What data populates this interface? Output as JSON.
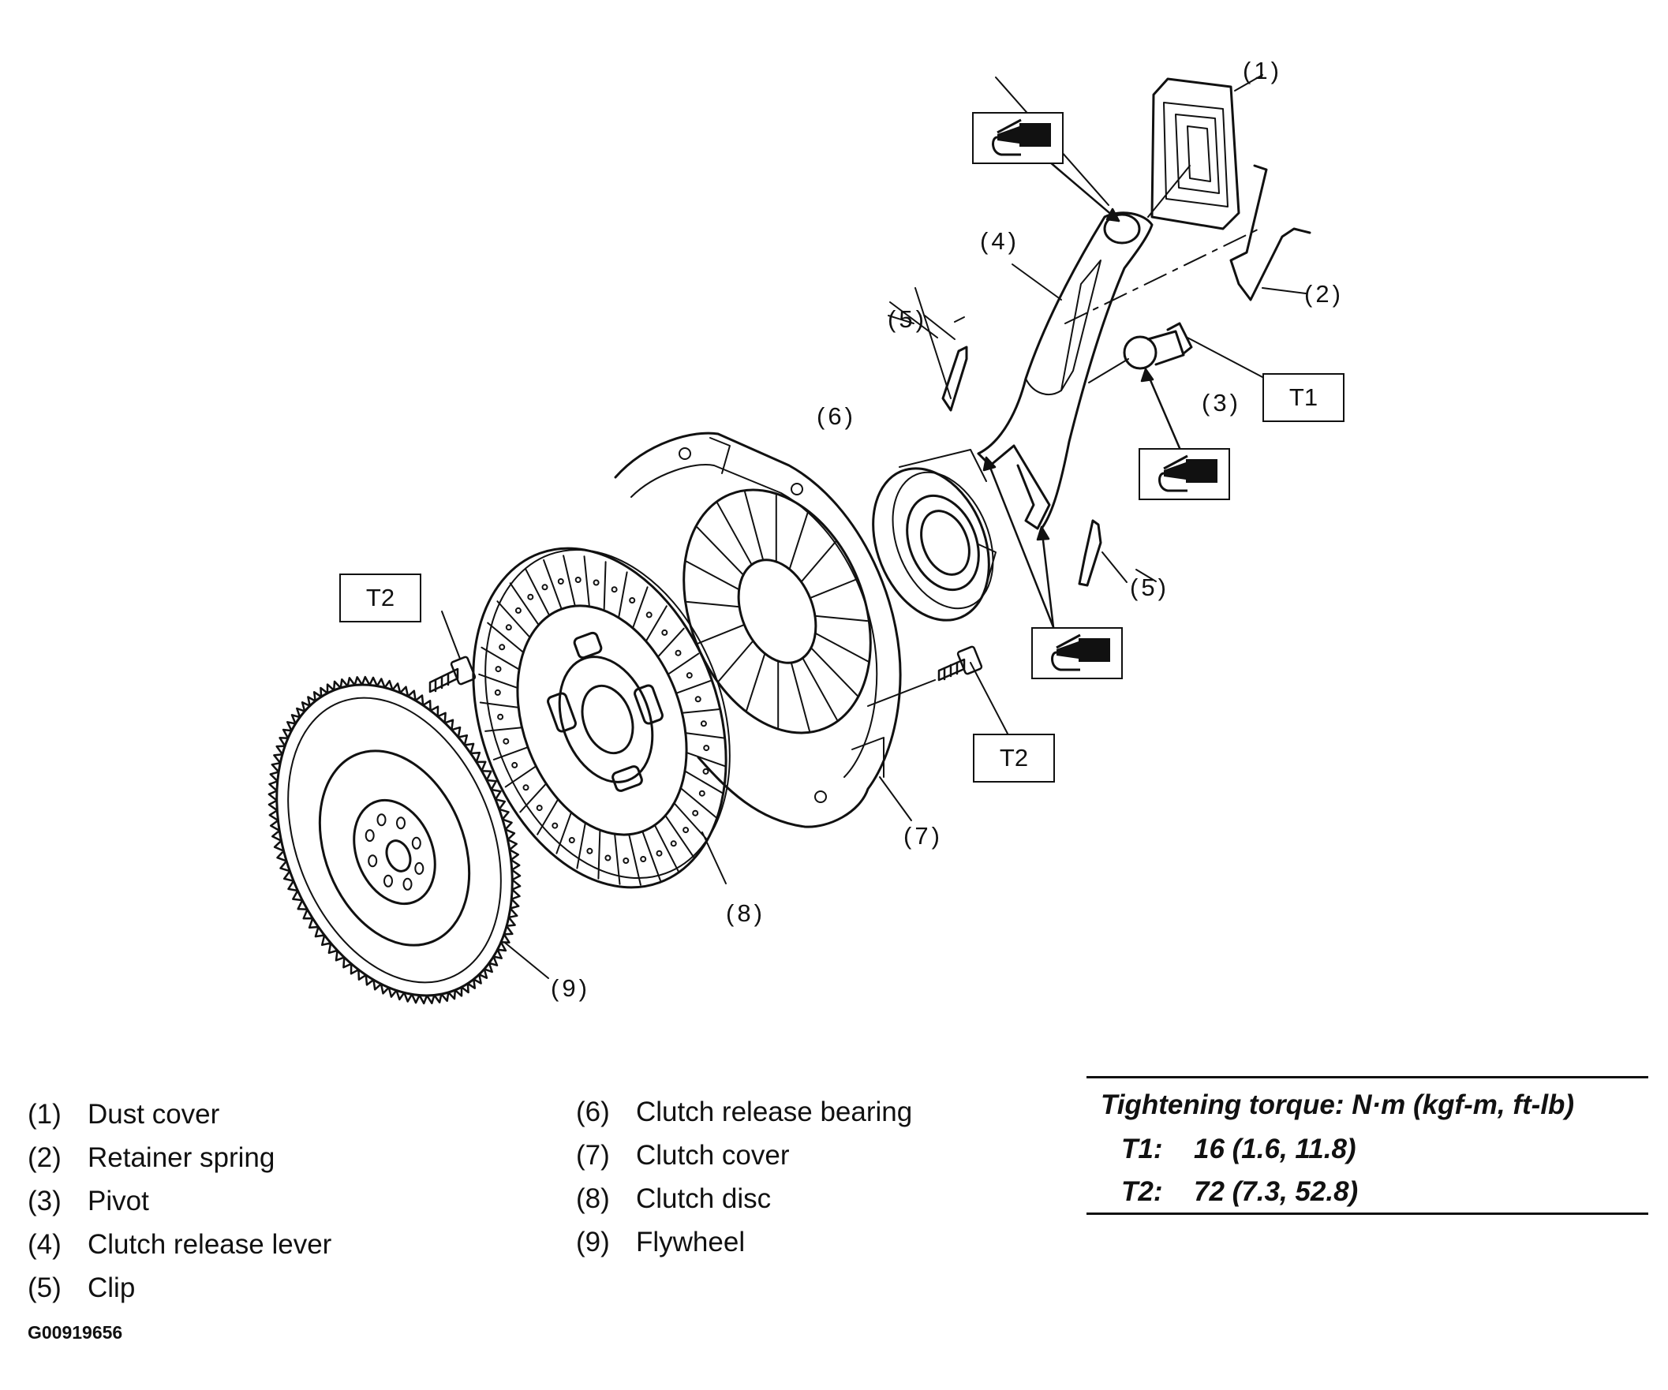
{
  "callouts": {
    "c1": "(1)",
    "c2": "(2)",
    "c3": "(3)",
    "c4": "(4)",
    "c5a": "(5)",
    "c5b": "(5)",
    "c6": "(6)",
    "c7": "(7)",
    "c8": "(8)",
    "c9": "(9)"
  },
  "torque_boxes": {
    "t1": "T1",
    "t2a": "T2",
    "t2b": "T2"
  },
  "icons": {
    "grease": "grease-gun-icon"
  },
  "legend": {
    "left": [
      {
        "num": "(1)",
        "label": "Dust cover"
      },
      {
        "num": "(2)",
        "label": "Retainer spring"
      },
      {
        "num": "(3)",
        "label": "Pivot"
      },
      {
        "num": "(4)",
        "label": "Clutch release lever"
      },
      {
        "num": "(5)",
        "label": "Clip"
      }
    ],
    "right": [
      {
        "num": "(6)",
        "label": "Clutch release bearing"
      },
      {
        "num": "(7)",
        "label": "Clutch cover"
      },
      {
        "num": "(8)",
        "label": "Clutch disc"
      },
      {
        "num": "(9)",
        "label": "Flywheel"
      }
    ]
  },
  "torque_table": {
    "title": "Tightening torque: N·m (kgf-m, ft-lb)",
    "rows": [
      {
        "key": "T1:",
        "value": "16 (1.6, 11.8)"
      },
      {
        "key": "T2:",
        "value": "72 (7.3, 52.8)"
      }
    ]
  },
  "figure_id": "G00919656"
}
